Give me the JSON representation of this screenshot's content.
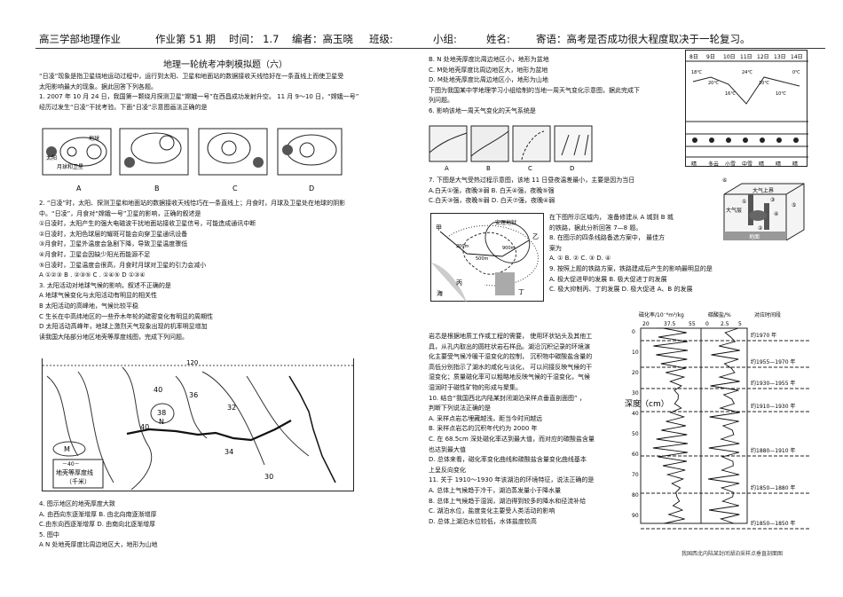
{
  "header": {
    "left": "高三学部地理作业",
    "issue": "作业第  51 期",
    "time": "时间：  1.7",
    "editor": "编者：高玉晓",
    "class": "班级:",
    "group": "小组:",
    "name": "姓名:",
    "motto": "寄语：高考是否成功很大程度取决于一轮复习。"
  },
  "title": "地理一轮统考冲刺模拟题（六）",
  "left_col": [
    "“日凌”现象是指卫星绕地运动过程中，运行到太阳、卫星和地面站的数据接收天线恰好在一条直线上而使卫星受",
    "太阳影响最大的现象。据此回答下列各题。",
    "1.   2007 年 10 月 24 日，我国第一颗绕月探测卫星“嫦娥一号”在西昌成功发射升空。          11 月 9～10 日，“嫦娥一号”",
    "经历过发生“日凌”干扰考验。下面“日凌”示意图画法正确的是"
  ],
  "q1_labels": [
    "太阳",
    "月球和卫星",
    "地球"
  ],
  "q1_options": [
    "A",
    "B",
    "C",
    "D"
  ],
  "left_col2": [
    "2.  “日凌”时，太阳、探测卫星和地面站的数据接收天线恰巧在一条直线上；月食时，月球及卫星处在地球的阴影",
    "中。“日凌”，月食对“嫦娥一号”卫星的影响，正确的叙述是",
    "①日凌时，太阳产生的强大电磁波干扰地面站接收卫星信号，可能造成通讯中断",
    "②日凌时，太阳色球层的耀斑可能会向穿卫星通讯设备",
    "③月食时，卫星外温度会急剧下降，导致卫星温度骤低",
    "④月食时，卫星会因缺少阳光而能源不足",
    "⑤日凌时，卫星温度会很高，月食时月球对卫星的引力会减小",
    "A  ①②③    B  . ②③⑤    C  . ①④⑤    D  ①③④",
    "3.  太阳活动对地球气候的影响，叙述不正确的是",
    "A  地球气候变化与太阳活动有明显的相关性",
    "B  太阳活动的高峰地，气候比较平稳",
    "C  生长在中高纬地区的一些乔木年轮的疏密变化有明显的周期性",
    "D  太阳活动高峰年，地球上激烈天气现象出现的机率明显增加",
    "读我国大陆部分地区地壳等厚度线图，完成下列问题。"
  ],
  "map_labels": {
    "lon": "120",
    "iso": [
      "40",
      "36",
      "38",
      "32",
      "40",
      "34",
      "30"
    ],
    "n": "N",
    "m": "M",
    "legend_line": "－40－",
    "legend1": "地壳等厚度线",
    "legend2": "（千米）"
  },
  "left_col3": [
    "4.  图示地区的地壳厚度大致",
    "A. 由西向东逐渐增厚        B.   由北向南逐渐增厚",
    "C.由东向西逐渐增厚          D.   由南向北逐渐增厚",
    "5.  图中",
    "A   N 处地壳厚度比周边地区大，地形为山地"
  ],
  "mid_col": [
    "B.  N 处地壳厚度比周边地区小，地形为盆地",
    "C. M处地壳厚度比周边地区大，地形为盆地",
    "D.  M处地壳厚度比周边地区小，地形为山地",
    "下图为我国某中学地理学习小组绘制的当地一周天气变化示意图，据此完成下",
    "列问题。",
    "6.  影响该地一周天气变化的天气系统是"
  ],
  "q6_options": [
    "A",
    "B",
    "C",
    "D"
  ],
  "mid_col2": [
    "7.  下图是大气受热过程示意图，该地         11 日昼夜温差最小，主要是因为当日",
    "A.白天①强，夜晚③弱                    B.              白天④强，夜晚⑤强",
    "C.白天③强，夜晚⑤弱                    D.              白天⑦强，夜晚④弱"
  ],
  "q8_text": [
    "在下图所示区域内，     准备修建从  A  城到  B  城",
    "的铁路，据此分析回答     7—8 题。",
    "8.  在图示的四条线路备选方案中，     最佳方",
    "案为",
    "A.   ①          B.   ②           C.   ③           D.   ④",
    "9.  按照上题的铁路方案，铁路建成后产生的影响最明显的是",
    "A.  极大促进甲的发展               B.   极大促进丁的发展",
    "C.  极大抑制丙、丁的发展            D.   极大促进  A、B 的发展"
  ],
  "rail_labels": {
    "a": "甲",
    "b": "乙",
    "c": "丙",
    "d": "丁",
    "lake": "安理地狱",
    "sea": "海",
    "c200": "200m",
    "c500": "500m",
    "c900": "900m"
  },
  "mid_col3": [
    "岩芯是根据地质工作或工程的需要，         使用环状钻头及其他工",
    "具，从孔内取出的圆柱状岩石样品。湖沿沉积记录的环境演",
    "化主要受气候冷暖干湿变化的控制，         沉积物中碳酸盐含量的",
    "高低分别指示了湖水的咸化与淡化，         可以间接反映气候的干",
    "湿变化；质量磁化率可以粗略地反映气候的干湿变化，气候",
    "湿润时于磁性矿物的形成与聚集。",
    "10.  结合“我国西北内陆某封闭湖泊采样点垂直剖面图”         ，",
    "判断下列说法正确的是",
    "A.  采样点岩芯埋藏越浅，距当今时间越远",
    "B.  采样点岩芯的沉积年代约为         2000  年",
    "C.  在  68.5cm  深处磁化率达到最大值，而对应的碳酸盐含量",
    "也达到最大值",
    "D.  总体来看，磁化率变化曲线和碳酸盐含量变化曲线基本",
    "上呈反向变化",
    "11.  关于   1910～1930 年该湖泊的环境特征，说法正确的是",
    "A.  总体上气候趋于冷干，湖泊蒸发量小于降水量",
    "B.  总体上气候趋于湿润，湖泊得到较多的降水和径流补给",
    "C.  湖泊水位，盐度变化主要受人类活动的影响",
    "D.  总体上湖泊水位较低，水体盐度较高"
  ],
  "weather": {
    "dates": [
      "8日",
      "9日",
      "10日",
      "11日",
      "12日",
      "13日",
      "14日"
    ],
    "temps": [
      "18℃",
      "20℃",
      "16℃",
      "24℃",
      "10℃",
      "10℃",
      "0℃"
    ],
    "conds": [
      "晴",
      "多云",
      "小雪",
      "中雪",
      "晴",
      "晴",
      "晴"
    ]
  },
  "atm": {
    "labels": [
      "⑥",
      "大气上界",
      "①",
      "③",
      "②",
      "④",
      "⑤",
      "大气层",
      "地面"
    ]
  },
  "core": {
    "h1": "磁化率/10⁻⁶m³/kg",
    "h2": "碳酸盐/%",
    "h3": "对应时间段",
    "xt1": [
      "20",
      "37.5",
      "55"
    ],
    "xt2": [
      "0",
      "2.5",
      "5"
    ],
    "ylabel": "深度（cm）",
    "yt": [
      "0",
      "10",
      "20",
      "30",
      "40",
      "50",
      "60",
      "70",
      "80",
      "90"
    ],
    "periods": [
      "约1970 年",
      "约1955—1970 年",
      "约1930—1955 年",
      "约1910—1930 年",
      "约1880—1910 年",
      "约1850—1880 年",
      "约1850—1850 年"
    ],
    "caption": "我国西北内陆某封闭湖泊采样点垂直剖面图"
  }
}
